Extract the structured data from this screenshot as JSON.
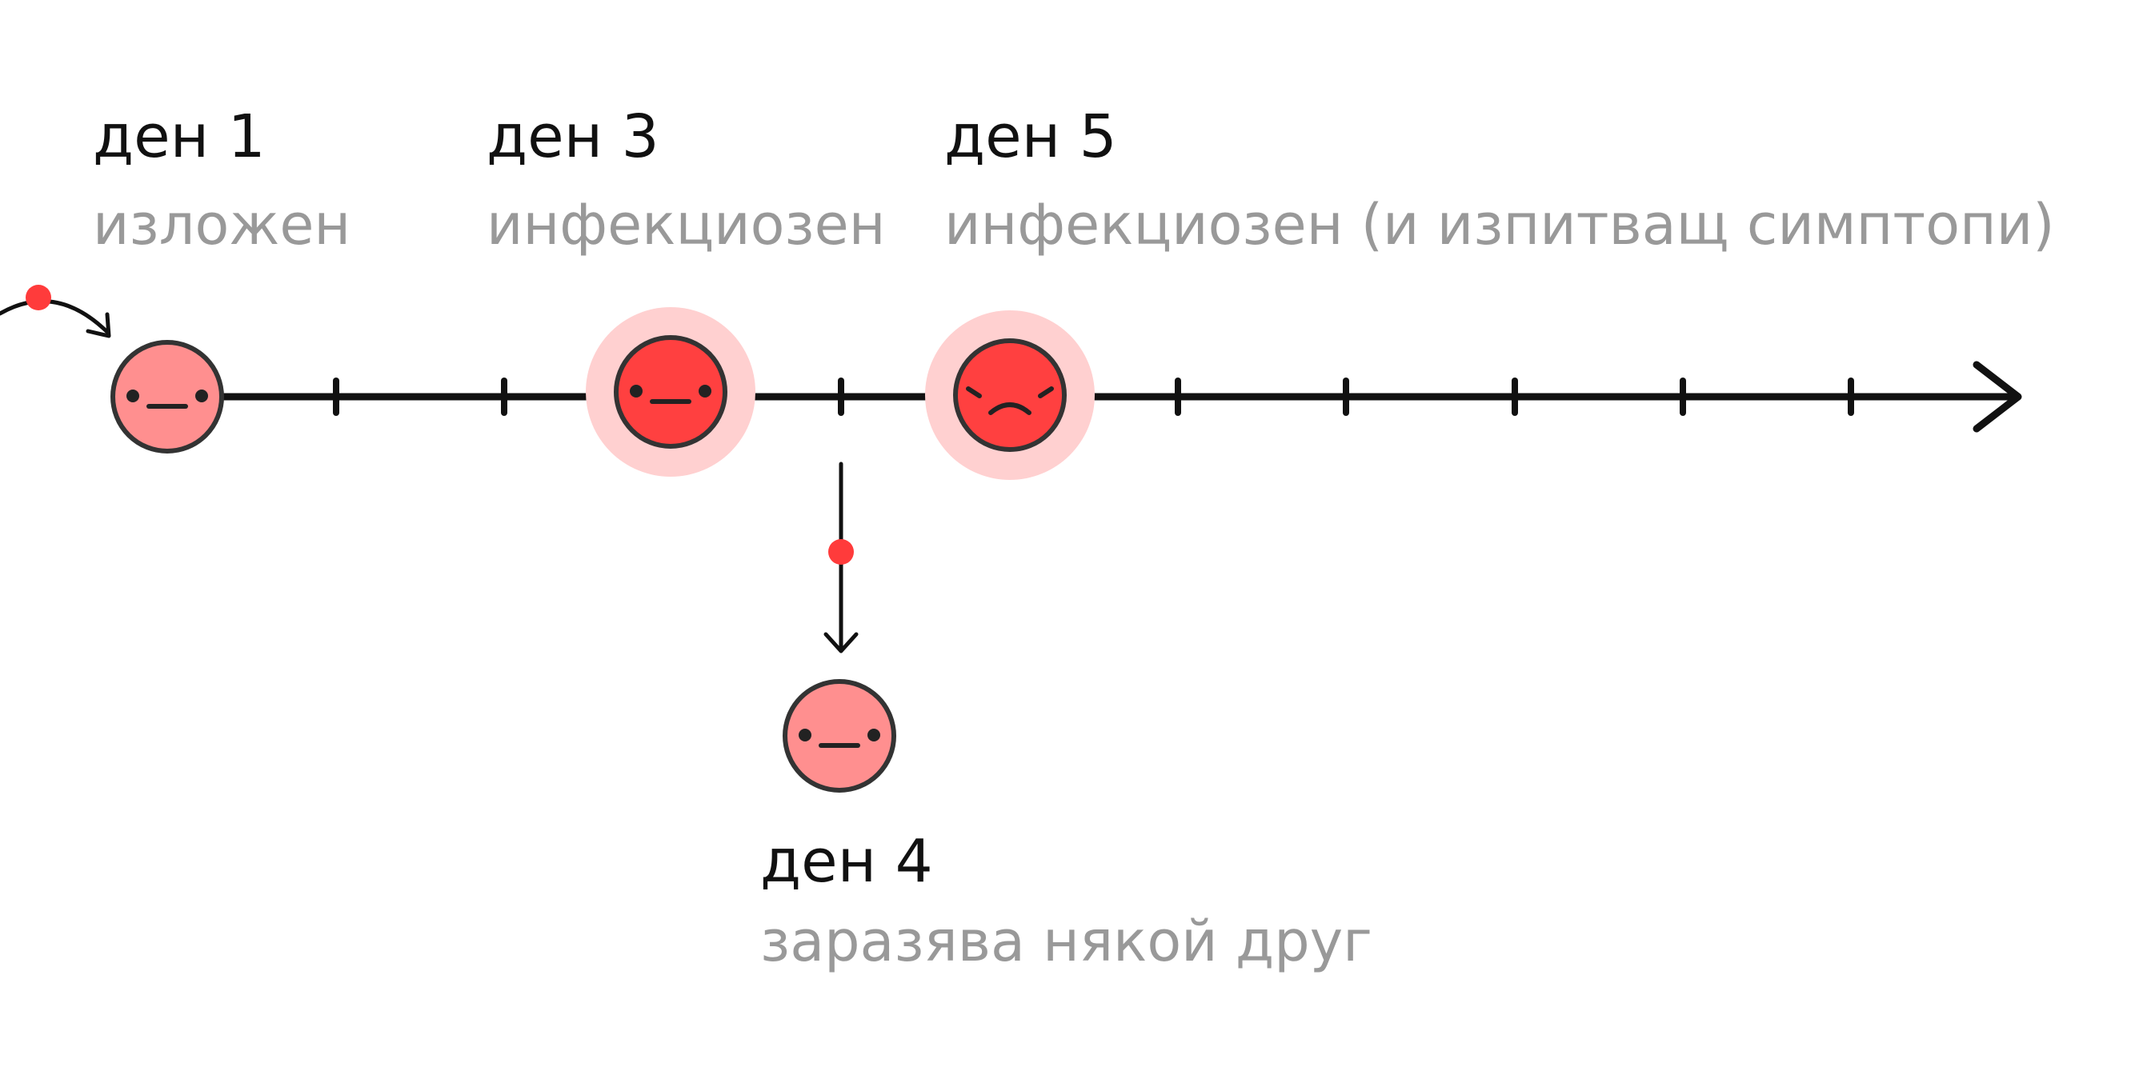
{
  "events": [
    {
      "id": "day1",
      "day": "ден 1",
      "description": "изложен",
      "face": "neutral",
      "fill": "#ff8f8f",
      "halo": false
    },
    {
      "id": "day3",
      "day": "ден 3",
      "description": "инфекциозен",
      "face": "neutral",
      "fill": "#ff4040",
      "halo": true
    },
    {
      "id": "day5",
      "day": "ден 5",
      "description": "инфекциозен (и изпитващ симптопи)",
      "face": "sad",
      "fill": "#ff4040",
      "halo": true
    },
    {
      "id": "day4",
      "day": "ден 4",
      "description": "заразява някой друг",
      "face": "neutral",
      "fill": "#ff8f8f",
      "halo": false
    }
  ],
  "colors": {
    "line": "#111111",
    "day_text": "#111111",
    "description_text": "#999999",
    "virus_dot": "#ff3b3b",
    "halo": "#ffd0d0",
    "face_outline": "#333333"
  },
  "icons": [
    "neutral-face-icon",
    "sad-face-icon",
    "virus-dot-icon",
    "arrow-head-icon"
  ]
}
